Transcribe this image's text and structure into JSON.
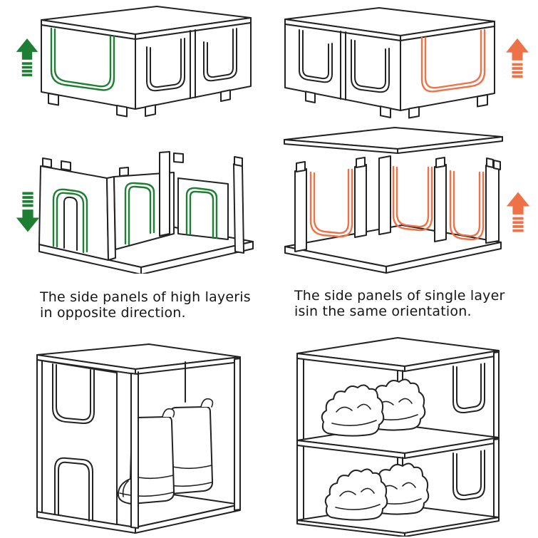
{
  "colors": {
    "background": "#ffffff",
    "line": "#222222",
    "green": "#1e7e33",
    "orange": "#ee7248"
  },
  "captions": {
    "left": [
      "The side panels of high layeris",
      "in opposite direction."
    ],
    "right": [
      "The side panels of single layer",
      "isin the same orientation."
    ]
  },
  "arrows": {
    "top_left": {
      "direction": "up",
      "color": "green"
    },
    "top_right": {
      "direction": "up",
      "color": "orange"
    },
    "mid_left": {
      "direction": "down",
      "color": "green"
    },
    "mid_right": {
      "direction": "up",
      "color": "orange"
    }
  },
  "figures": {
    "top_left": "assembled-box-highlighted-left-panel",
    "top_right": "assembled-box-highlighted-right-panel",
    "mid_left": "open-box-side-panels-facing-down",
    "mid_right": "box-with-lid-lifted-panels-facing-up",
    "bottom_left": "tall-double-layer-box-with-boots",
    "bottom_right": "stacked-single-layer-boxes-with-sneakers"
  }
}
